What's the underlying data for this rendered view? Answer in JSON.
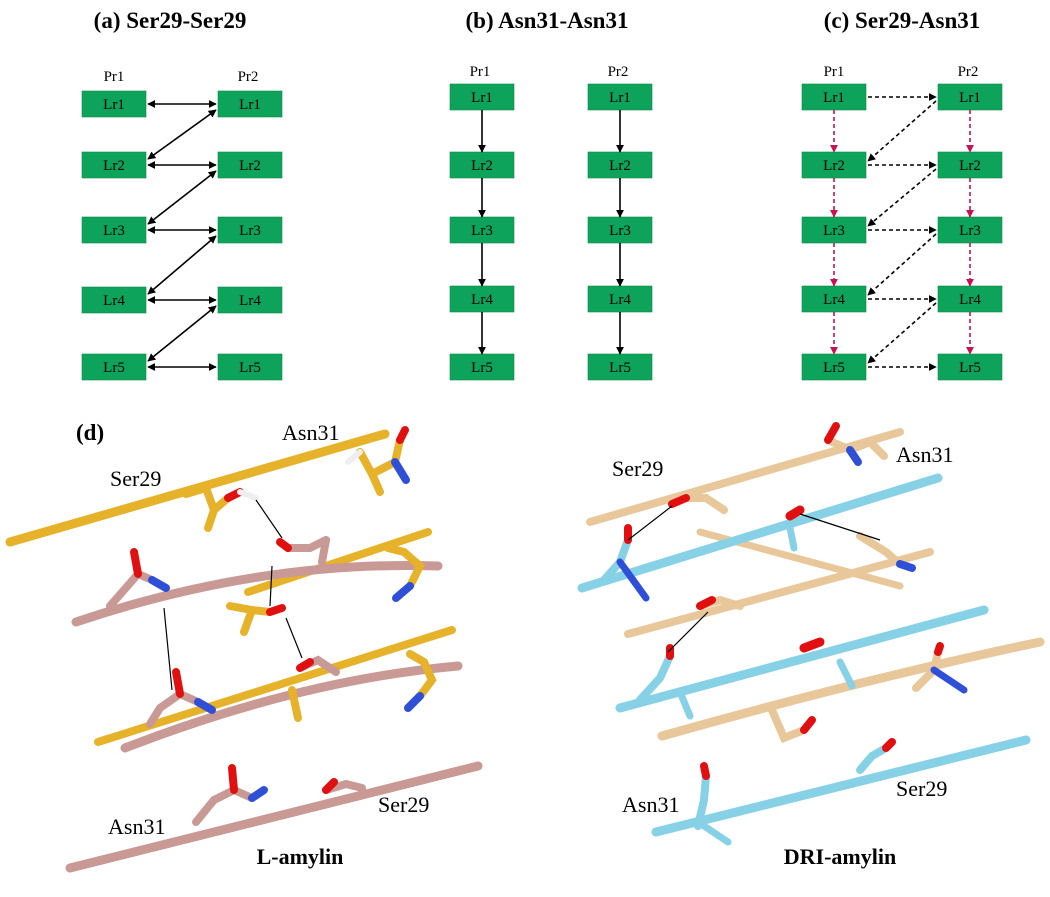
{
  "colors": {
    "layer_box": "#0ea35a",
    "arrow_black": "#000000",
    "arrow_red": "#c8114f",
    "l_amylin_backbone_a": "#e5b22a",
    "l_amylin_backbone_b": "#c99a95",
    "dri_backbone_a": "#e8c79a",
    "dri_backbone_b": "#86d1e6",
    "oxygen": "#e01010",
    "nitrogen": "#2f4fd6",
    "hydrogen": "#ffffff"
  },
  "panels": [
    {
      "id": "a",
      "title": "(a) Ser29-Ser29",
      "protofibrils": [
        "Pr1",
        "Pr2"
      ],
      "layers": [
        "Lr1",
        "Lr2",
        "Lr3",
        "Lr4",
        "Lr5"
      ],
      "arrow_style": "solid bidirectional"
    },
    {
      "id": "b",
      "title": "(b) Asn31-Asn31",
      "protofibrils": [
        "Pr1",
        "Pr2"
      ],
      "layers": [
        "Lr1",
        "Lr2",
        "Lr3",
        "Lr4",
        "Lr5"
      ],
      "arrow_style": "solid downward"
    },
    {
      "id": "c",
      "title": "(c) Ser29-Asn31",
      "protofibrils": [
        "Pr1",
        "Pr2"
      ],
      "layers": [
        "Lr1",
        "Lr2",
        "Lr3",
        "Lr4",
        "Lr5"
      ],
      "arrow_style": "dashed"
    }
  ],
  "panel_d": {
    "label": "(d)",
    "left": {
      "name": "L-amylin",
      "residue_labels": [
        "Asn31",
        "Ser29",
        "Asn31",
        "Ser29"
      ]
    },
    "right": {
      "name": "DRI-amylin",
      "residue_labels": [
        "Ser29",
        "Asn31",
        "Asn31",
        "Ser29"
      ]
    }
  }
}
